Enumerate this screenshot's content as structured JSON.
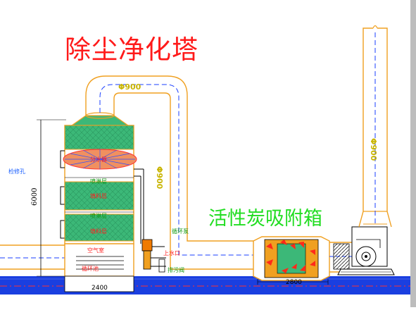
{
  "diagram": {
    "title_main": "除尘净化塔",
    "title_carbon": "活性炭吸附箱",
    "dim_duct_top": "Φ900",
    "dim_duct_vertical": "Φ900",
    "dim_duct_right": "Φ900",
    "tower_height": "6000",
    "labels": {
      "inspection_hole": "检修孔",
      "spray_layer": "分水器",
      "defog_layer_top": "喷淋层",
      "packing_layer_1": "填料层",
      "defog_layer_mid": "喷淋层",
      "packing_layer_2": "填料层",
      "air_chamber": "空气室",
      "circulation_tank": "循环池",
      "circulation_pump": "循环泵",
      "water_inlet": "上水口",
      "drain_outlet": "排污阀",
      "base_width_left": "2400",
      "base_width_right": "2800"
    },
    "colors": {
      "title_red": "#ff1a1a",
      "title_green": "#22dd22",
      "duct_orange": "#f0a020",
      "centerline_blue": "#1a3fff",
      "packing_green": "#3cb878",
      "floor_blue": "#1a3fe0",
      "dim_yellow": "#c8b400"
    }
  }
}
